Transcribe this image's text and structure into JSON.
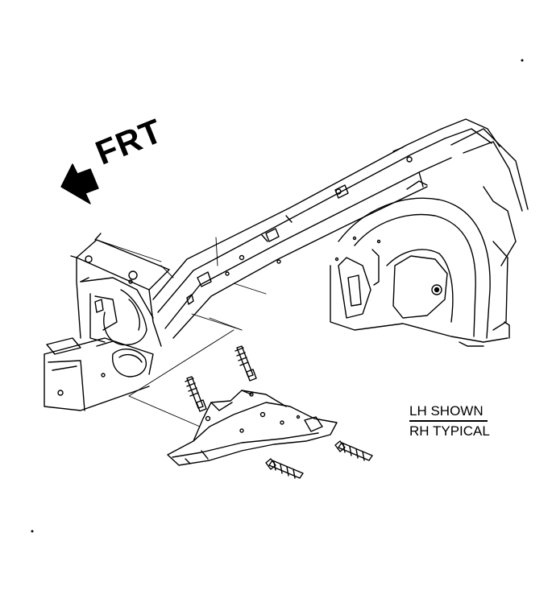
{
  "direction_label": "FRT",
  "note": {
    "line1": "LH SHOWN",
    "line2": "RH TYPICAL"
  },
  "colors": {
    "line": "#000000",
    "background": "#ffffff"
  },
  "icons": {
    "direction": "arrow-left-icon"
  }
}
